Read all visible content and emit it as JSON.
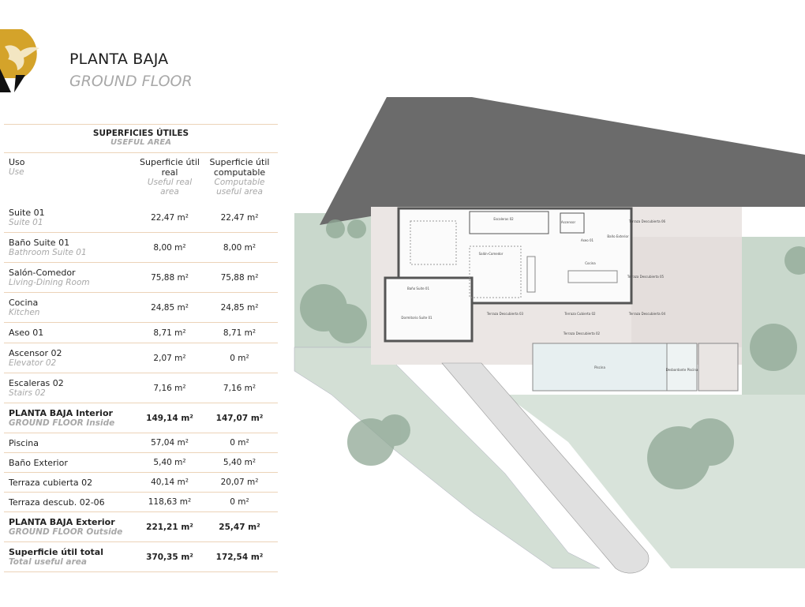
{
  "header": {
    "logo": "bird-monogram-logo",
    "title": "PLANTA BAJA",
    "subtitle": "GROUND FLOOR"
  },
  "colors": {
    "accent": "#d4a32a",
    "divider": "#ecd3b8",
    "muted": "#a8a8a8",
    "terrain": "#6b6b6b",
    "garden": "#c9d8cc"
  },
  "table": {
    "title": "SUPERFICIES ÚTILES",
    "title_en": "USEFUL AREA",
    "columns": [
      {
        "label": "Uso",
        "label_en": "Use"
      },
      {
        "label": "Superficie útil real",
        "label_en": "Useful real area"
      },
      {
        "label": "Superficie útil computable",
        "label_en": "Computable useful area"
      }
    ],
    "rows": [
      {
        "label": "Suite 01",
        "label_en": "Suite 01",
        "real": "22,47 m²",
        "computable": "22,47 m²",
        "bold": false
      },
      {
        "label": "Baño Suite 01",
        "label_en": "Bathroom Suite 01",
        "real": "8,00 m²",
        "computable": "8,00 m²",
        "bold": false
      },
      {
        "label": "Salón-Comedor",
        "label_en": "Living-Dining Room",
        "real": "75,88 m²",
        "computable": "75,88 m²",
        "bold": false
      },
      {
        "label": "Cocina",
        "label_en": "Kitchen",
        "real": "24,85 m²",
        "computable": "24,85 m²",
        "bold": false
      },
      {
        "label": "Aseo 01",
        "label_en": "",
        "real": "8,71 m²",
        "computable": "8,71 m²",
        "bold": false
      },
      {
        "label": "Ascensor 02",
        "label_en": "Elevator 02",
        "real": "2,07 m²",
        "computable": "0 m²",
        "bold": false
      },
      {
        "label": "Escaleras 02",
        "label_en": "Stairs 02",
        "real": "7,16 m²",
        "computable": "7,16 m²",
        "bold": false
      },
      {
        "label": "PLANTA BAJA Interior",
        "label_en": "GROUND FLOOR Inside",
        "real": "149,14 m²",
        "computable": "147,07 m²",
        "bold": true
      },
      {
        "label": "Piscina",
        "label_en": "",
        "real": "57,04 m²",
        "computable": "0 m²",
        "bold": false
      },
      {
        "label": "Baño Exterior",
        "label_en": "",
        "real": "5,40 m²",
        "computable": "5,40 m²",
        "bold": false
      },
      {
        "label": "Terraza cubierta 02",
        "label_en": "",
        "real": "40,14 m²",
        "computable": "20,07 m²",
        "bold": false
      },
      {
        "label": "Terraza descub. 02-06",
        "label_en": "",
        "real": "118,63 m²",
        "computable": "0 m²",
        "bold": false
      },
      {
        "label": "PLANTA BAJA Exterior",
        "label_en": "GROUND FLOOR Outside",
        "real": "221,21 m²",
        "computable": "25,47 m²",
        "bold": true
      },
      {
        "label": "Superficie útil total",
        "label_en": "Total useful area",
        "real": "370,35 m²",
        "computable": "172,54 m²",
        "bold": true
      }
    ]
  },
  "plan": {
    "rooms": {
      "stairs": "Escaleras 02",
      "elevator": "Ascensor",
      "toilet": "Aseo 01",
      "ext_bath": "Baño Exterior",
      "terrace06": "Terraza Descubierta 06",
      "living": "Salón-Comedor",
      "kitchen": "Cocina",
      "terrace05": "Terraza Descubierta 05",
      "suite_bath": "Baño Suite 01",
      "suite_bed": "Dormitorio Suite 01",
      "terrace03": "Terraza Descubierta 03",
      "terrace02c": "Terraza Cubierta 02",
      "terrace04": "Terraza Descubierta 04",
      "terrace02": "Terraza Descubierta 02",
      "pool": "Piscina",
      "overflow": "Desbordante Piscina"
    }
  }
}
